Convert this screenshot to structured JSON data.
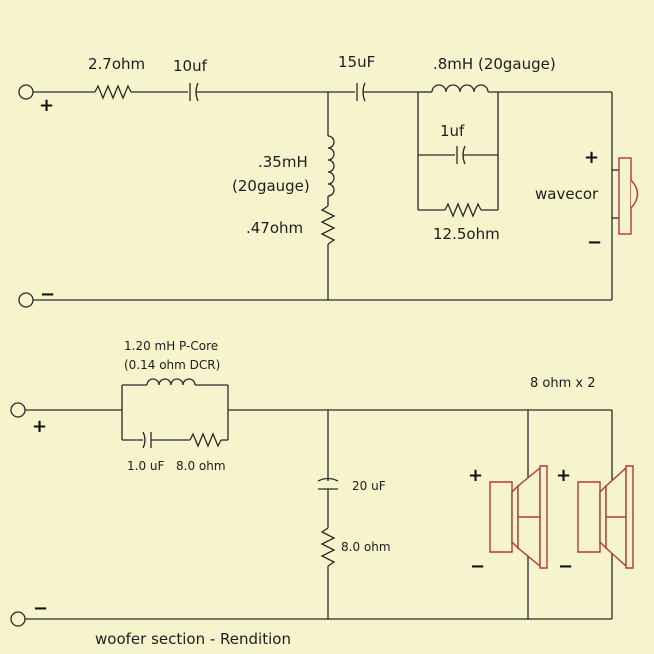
{
  "tweeter": {
    "r_series": "2.7ohm",
    "c_series": "10uf",
    "c_second": "15uF",
    "l_top": ".8mH (20gauge)",
    "c_parallel": "1uf",
    "r_parallel": "12.5ohm",
    "l_shunt_line1": ".35mH",
    "l_shunt_line2": "(20gauge)",
    "r_shunt": ".47ohm",
    "driver_label": "wavecor",
    "plus": "+",
    "minus": "−",
    "spk_plus": "+",
    "spk_minus": "−"
  },
  "woofer": {
    "l_line1": "1.20 mH P-Core",
    "l_line2": "(0.14 ohm DCR)",
    "c_zobel": "1.0 uF",
    "r_zobel": "8.0 ohm",
    "c_shunt": "20 uF",
    "r_shunt": "8.0 ohm",
    "drivers_label": "8 ohm x 2",
    "plus": "+",
    "minus": "−",
    "spk1_plus": "+",
    "spk1_minus": "−",
    "spk2_plus": "+",
    "spk2_minus": "−",
    "caption": "woofer section - Rendition"
  }
}
